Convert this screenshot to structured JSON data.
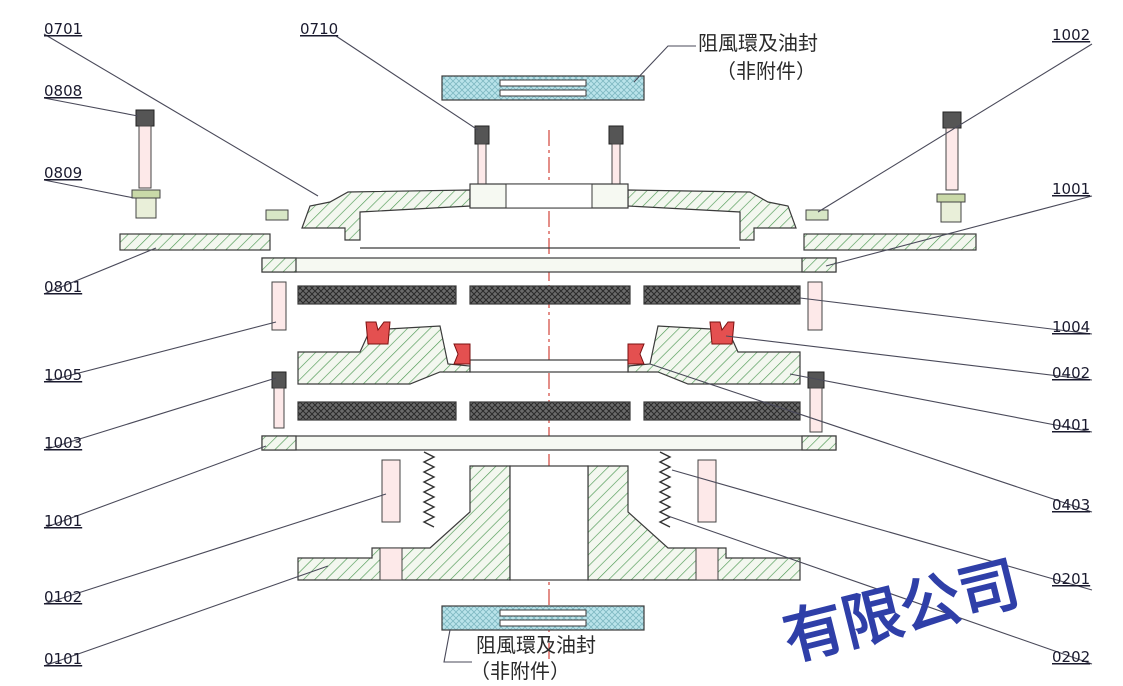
{
  "labels": {
    "p0701": "0701",
    "p0710": "0710",
    "p1002": "1002",
    "p0808": "0808",
    "p0809": "0809",
    "p1001a": "1001",
    "p0801": "0801",
    "p1004": "1004",
    "p1005": "1005",
    "p0402": "0402",
    "p0401": "0401",
    "p1003": "1003",
    "p1001b": "1001",
    "p0403": "0403",
    "p0201": "0201",
    "p0102": "0102",
    "p0101": "0101",
    "p0202": "0202"
  },
  "notes": {
    "top_line1": "阻風環及油封",
    "top_line2": "（非附件）",
    "bottom_line1": "阻風環及油封",
    "bottom_line2": "（非附件）"
  },
  "watermark": "有限公司",
  "colors": {
    "hatch_green": "#4f9a55",
    "cyan_fill": "#b9e3ea",
    "seal_red": "#e45050",
    "center_line": "#d2433a",
    "watermark": "#2f3fa8"
  }
}
